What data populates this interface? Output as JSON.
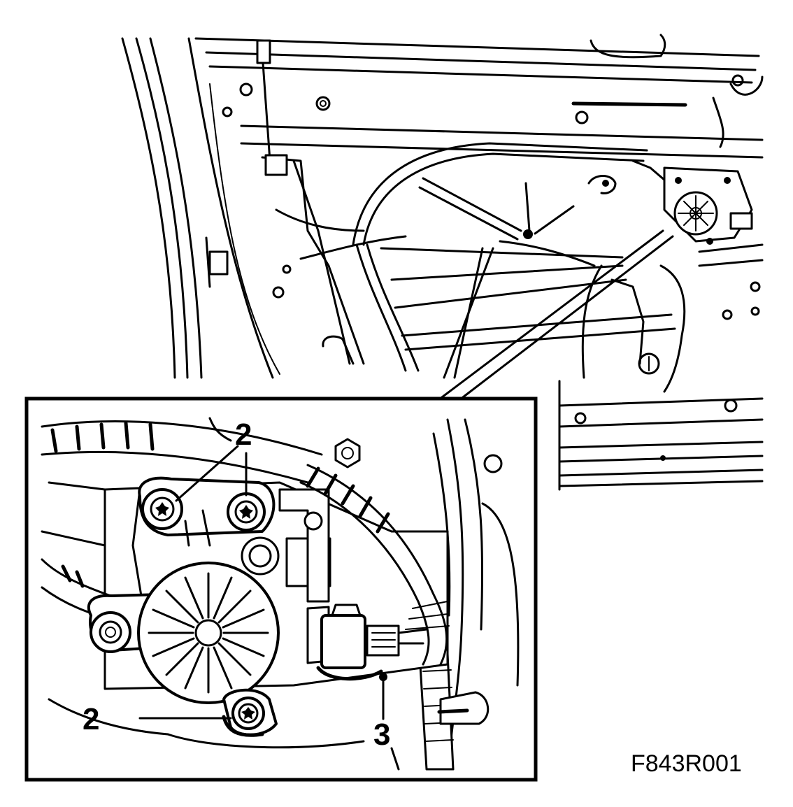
{
  "callouts": {
    "top_screws": "2",
    "bottom_screw": "2",
    "connector": "3"
  },
  "figure_code": "F843R001",
  "colors": {
    "line": "#000000",
    "background": "#ffffff"
  }
}
